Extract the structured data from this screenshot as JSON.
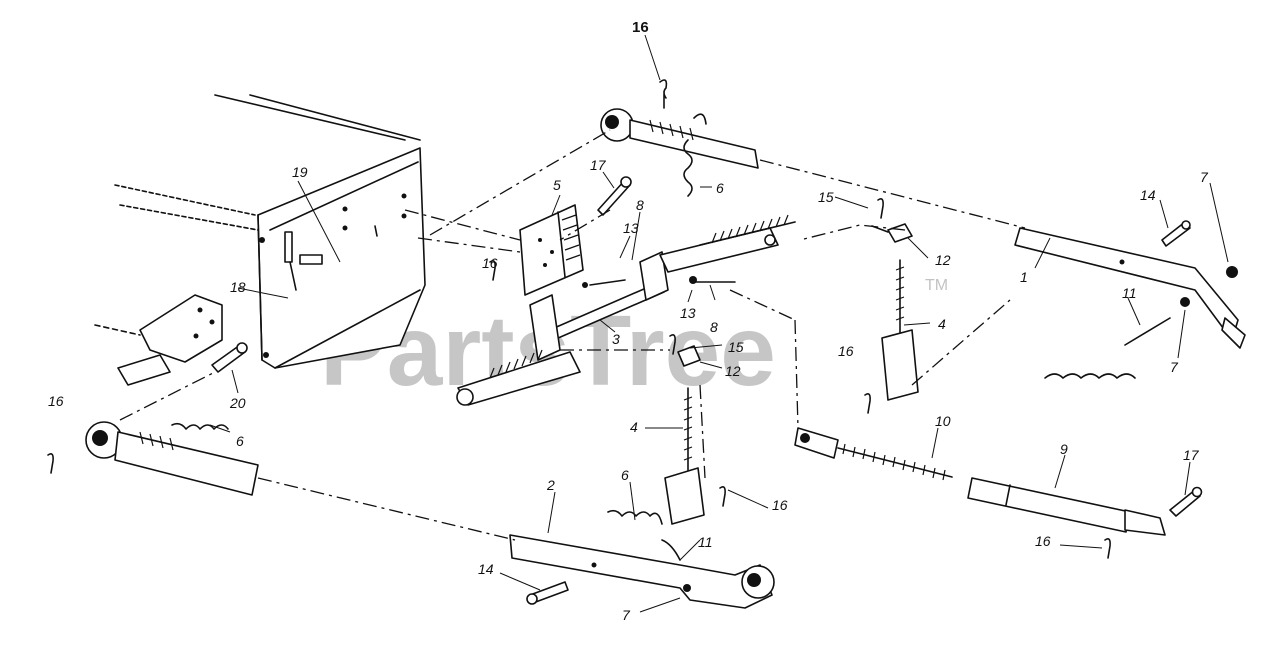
{
  "watermark": {
    "text": "PartsTree",
    "trademark": "TM"
  },
  "callouts": {
    "c16_top": "16",
    "c6_top": "6",
    "c17_top": "17",
    "c5": "5",
    "c13_a": "13",
    "c8_a": "8",
    "c16_mid": "16",
    "c19": "19",
    "c18": "18",
    "c20": "20",
    "c16_left": "16",
    "c6_left": "6",
    "c3": "3",
    "c13_b": "13",
    "c8_b": "8",
    "c15_mid": "15",
    "c12_mid": "12",
    "c15_right": "15",
    "c12_right": "12",
    "c4_right": "4",
    "c16_right": "16",
    "c14_top": "14",
    "c7_top": "7",
    "c1": "1",
    "c11_right": "11",
    "c7_right": "7",
    "c10": "10",
    "c9": "9",
    "c17_right": "17",
    "c16_low": "16",
    "c4_low": "4",
    "c16_low2": "16",
    "c6_low": "6",
    "c2": "2",
    "c11_low": "11",
    "c14_low": "14",
    "c7_low": "7"
  }
}
